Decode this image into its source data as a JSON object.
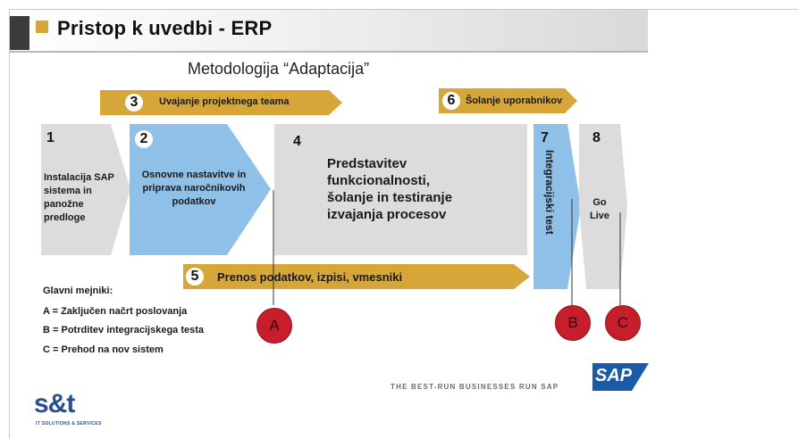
{
  "header": {
    "title": "Pristop k uvedbi - ERP"
  },
  "subtitle": "Metodologija “Adaptacija”",
  "phases": {
    "p3": {
      "number": "3",
      "label": "Uvajanje projektnega teama"
    },
    "p6": {
      "number": "6",
      "label": "Šolanje uporabnikov"
    },
    "p1": {
      "number": "1",
      "line1": "Instalacija SAP",
      "line2": "sistema in",
      "line3": "panožne",
      "line4": "predloge"
    },
    "p2": {
      "number": "2",
      "line1": "Osnovne nastavitve in",
      "line2": "priprava naročnikovih",
      "line3": "podatkov"
    },
    "p4": {
      "number": "4",
      "line1": "Predstavitev",
      "line2": "funkcionalnosti,",
      "line3": "šolanje in testiranje",
      "line4": "izvajanja procesov"
    },
    "p7": {
      "number": "7",
      "label": "Integracijski test"
    },
    "p8": {
      "number": "8",
      "line1": "Go",
      "line2": "Live"
    },
    "p5": {
      "number": "5",
      "label": "Prenos podatkov, izpisi, vmesniki"
    }
  },
  "milestones": {
    "heading": "Glavni mejniki:",
    "a": "A = Zaključen načrt poslovanja",
    "b": "B = Potrditev integracijskega testa",
    "c": "C = Prehod na nov sistem",
    "markers": [
      "A",
      "B",
      "C"
    ]
  },
  "footer": {
    "tagline": "THE BEST-RUN BUSINESSES RUN SAP",
    "sap_logo": "SAP",
    "company_logo": "s&t",
    "company_sub": "IT SOLUTIONS & SERVICES"
  },
  "colors": {
    "gold": "#d6a638",
    "blue": "#8fc0e8",
    "gray": "#dcdcdc",
    "red": "#c61e2a",
    "sap_blue": "#1a5aa6",
    "st_blue": "#2a4f8f"
  }
}
